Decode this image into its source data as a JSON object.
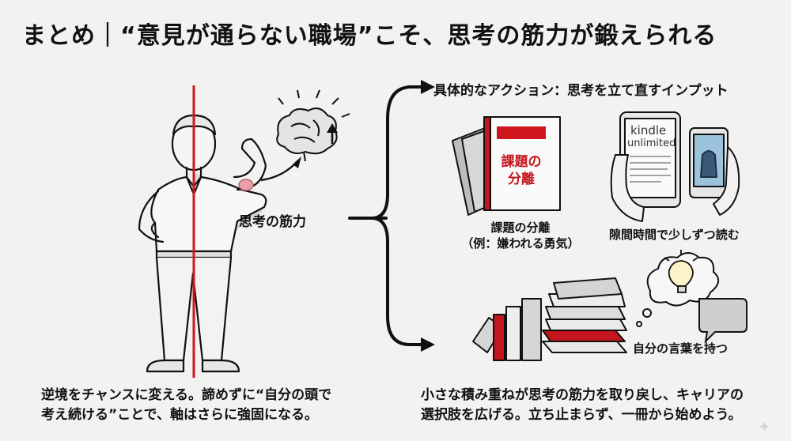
{
  "title": "まとめ｜“意見が通らない職場”こそ、思考の筋力が鍛えられる",
  "section_title": "具体的なアクション：思考を立て直すインプット",
  "figure_label": "思考の筋力",
  "book": {
    "cover_title_line1": "課題の",
    "cover_title_line2": "分離",
    "caption_line1": "課題の分離",
    "caption_line2": "（例：嫌われる勇気）"
  },
  "kindle": {
    "brand": "kindle",
    "subbrand": "unlimited",
    "caption": "隙間時間で少しずつ読む"
  },
  "own_words": "自分の言葉を持つ",
  "left_caption": {
    "line1": "逆境をチャンスに変える。諦めずに“自分の頭で",
    "line2": "考え続ける”ことで、軸はさらに強固になる。"
  },
  "right_caption": {
    "line1": "小さな積み重ねが思考の筋力を取り戻し、キャリアの",
    "line2": "選択肢を広げる。立ち止まらず、一冊から始めよう。"
  },
  "icons": [
    "brain-icon",
    "arrow-up-icon",
    "lightbulb-icon",
    "speech-bubble-icon",
    "sparkle-icon"
  ],
  "colors": {
    "accent": "#d0161d",
    "ink": "#111111",
    "background": "#f2f2f0"
  }
}
